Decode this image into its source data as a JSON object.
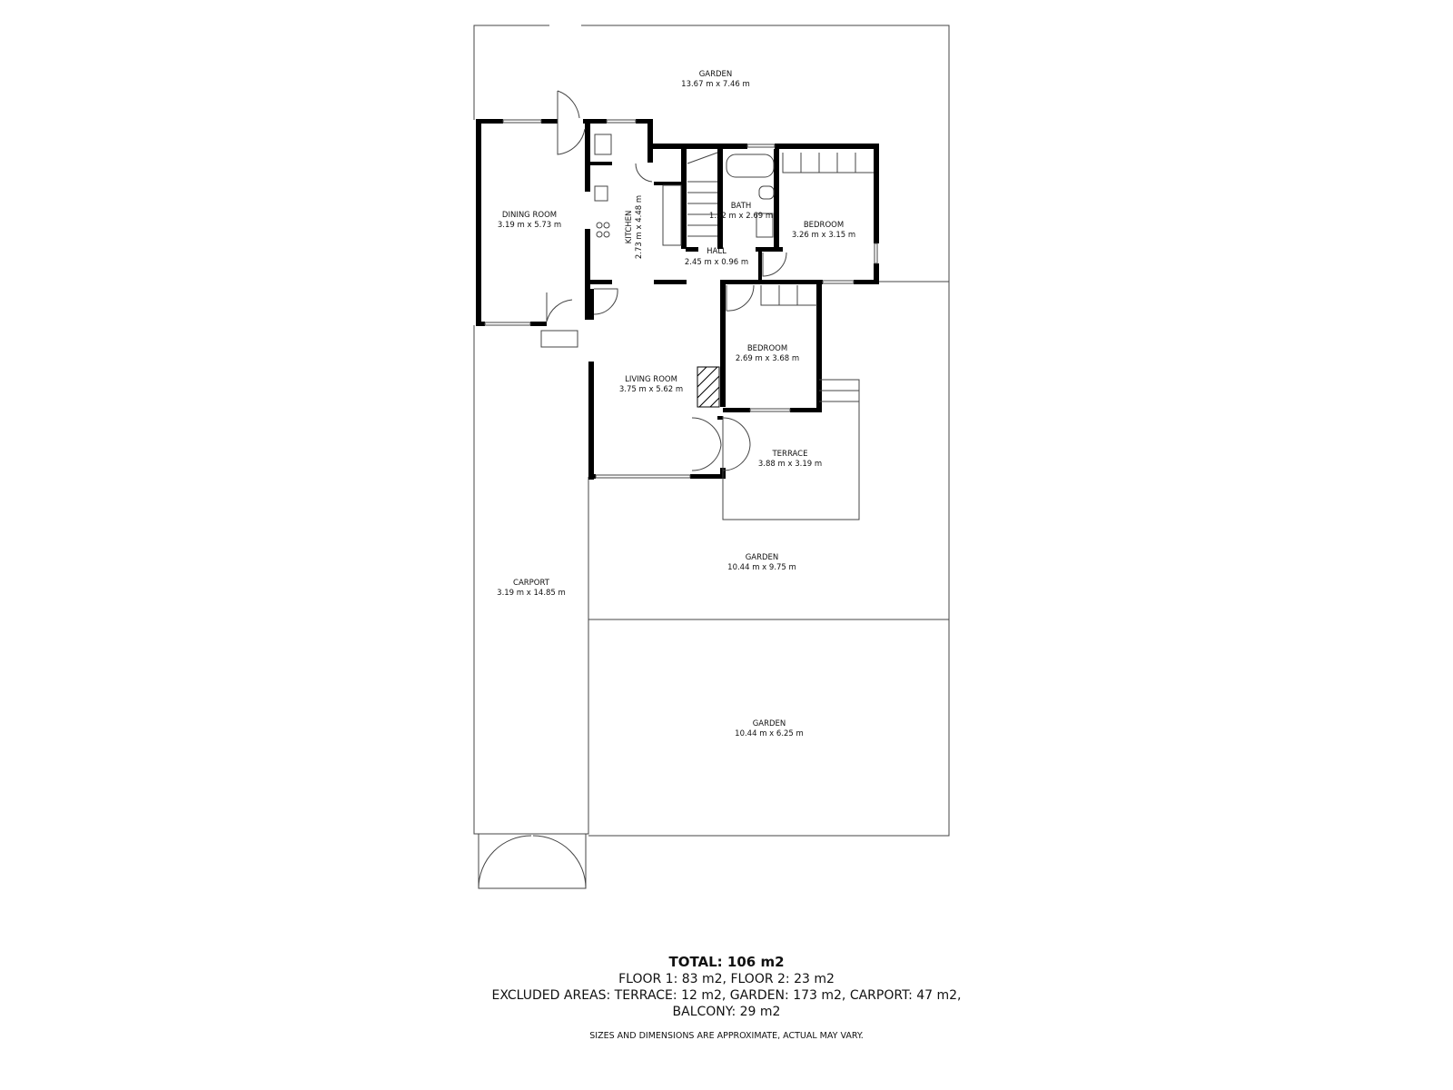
{
  "rooms": {
    "garden_top": {
      "name": "GARDEN",
      "size": "13.67 m x 7.46 m"
    },
    "dining": {
      "name": "DINING ROOM",
      "size": "3.19 m x 5.73 m"
    },
    "kitchen": {
      "name": "KITCHEN",
      "size": "2.73 m x 4.48 m"
    },
    "bath": {
      "name": "BATH",
      "size": "1.52 m x 2.69 m"
    },
    "hall": {
      "name": "HALL",
      "size": "2.45 m x 0.96 m"
    },
    "bedroom1": {
      "name": "BEDROOM",
      "size": "3.26 m x 3.15 m"
    },
    "bedroom2": {
      "name": "BEDROOM",
      "size": "2.69 m x 3.68 m"
    },
    "living": {
      "name": "LIVING ROOM",
      "size": "3.75 m x 5.62 m"
    },
    "terrace": {
      "name": "TERRACE",
      "size": "3.88 m x 3.19 m"
    },
    "carport": {
      "name": "CARPORT",
      "size": "3.19 m x 14.85 m"
    },
    "garden_mid": {
      "name": "GARDEN",
      "size": "10.44 m x 9.75 m"
    },
    "garden_bottom": {
      "name": "GARDEN",
      "size": "10.44 m x 6.25 m"
    }
  },
  "summary": {
    "total": "TOTAL: 106 m2",
    "floors": "FLOOR 1: 83 m2, FLOOR 2: 23 m2",
    "excluded_1": "EXCLUDED AREAS: TERRACE: 12 m2, GARDEN: 173 m2, CARPORT: 47 m2,",
    "excluded_2": "BALCONY: 29 m2",
    "disclaimer": "SIZES AND DIMENSIONS ARE APPROXIMATE, ACTUAL MAY VARY."
  }
}
